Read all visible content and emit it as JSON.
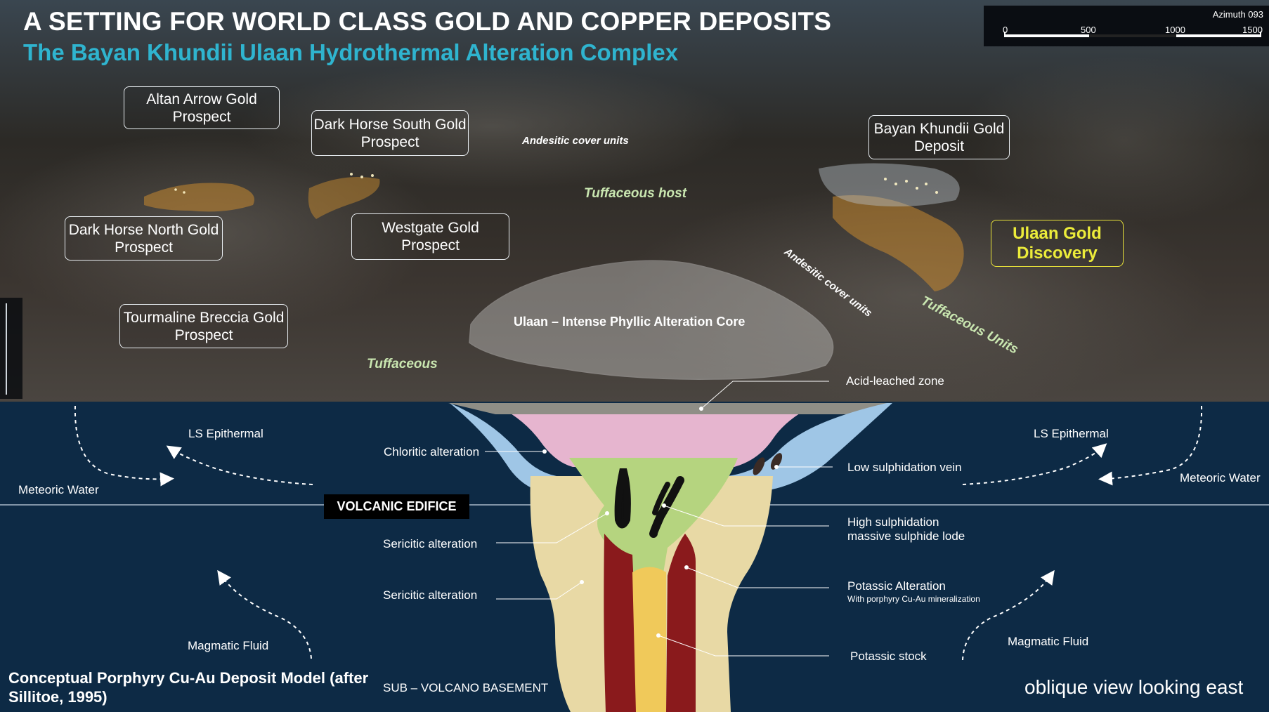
{
  "title": "A SETTING FOR WORLD CLASS GOLD AND COPPER DEPOSITS",
  "subtitle": "The Bayan Khundii Ulaan Hydrothermal Alteration Complex",
  "scale_bar": {
    "azimuth": "Azimuth 093",
    "ticks": [
      "0",
      "500",
      "1000",
      "1500"
    ]
  },
  "prospects": {
    "altan_arrow": "Altan Arrow Gold Prospect",
    "dark_horse_south": "Dark Horse South Gold Prospect",
    "bayan_khundii": "Bayan Khundii Gold Deposit",
    "dark_horse_north": "Dark Horse North Gold Prospect",
    "westgate": "Westgate Gold Prospect",
    "ulaan_discovery": "Ulaan Gold Discovery",
    "tourmaline_breccia": "Tourmaline Breccia Gold Prospect"
  },
  "map_labels": {
    "andesitic_cover_1": "Andesitic cover units",
    "tuffaceous_host": "Tuffaceous host",
    "andesitic_cover_2": "Andesitic cover units",
    "tuffaceous_units": "Tuffaceous Units",
    "ulaan_core": "Ulaan – Intense Phyllic Alteration Core",
    "tuffaceous": "Tuffaceous",
    "acid_leached": "Acid-leached zone"
  },
  "model_labels": {
    "ls_epithermal_left": "LS Epithermal",
    "ls_epithermal_right": "LS Epithermal",
    "meteoric_left": "Meteoric Water",
    "meteoric_right": "Meteoric Water",
    "chloritic": "Chloritic alteration",
    "low_sulphidation": "Low sulphidation vein",
    "volcanic_edifice": "VOLCANIC EDIFICE",
    "high_sulphidation_1": "High sulphidation",
    "high_sulphidation_2": "massive sulphide lode",
    "sericitic_1": "Sericitic alteration",
    "sericitic_2": "Sericitic alteration",
    "potassic_alteration": "Potassic Alteration",
    "potassic_sub": "With porphyry Cu-Au mineralization",
    "magmatic_left": "Magmatic Fluid",
    "magmatic_right": "Magmatic Fluid",
    "potassic_stock": "Potassic stock",
    "basement": "SUB – VOLCANO BASEMENT",
    "model_title": "Conceptual Porphyry Cu-Au Deposit Model (after Sillitoe, 1995)",
    "oblique_view": "oblique view looking east"
  },
  "colors": {
    "subtitle": "#2fb4cf",
    "background": "#0d2a45",
    "argillic_pink": "#e6b5cf",
    "chloritic_blue": "#9fc6e6",
    "propylitic_green": "#b5d47f",
    "sericitic_tan": "#e8d9a5",
    "potassic_red": "#8a1a1c",
    "stock_yellow": "#f0c95a",
    "discovery_yellow": "#ecec3a"
  }
}
